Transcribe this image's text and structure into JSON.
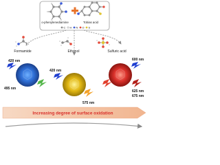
{
  "reactants": {
    "reactant_1": "o-phenylenediamine",
    "reactant_2": "Tobias acid",
    "element_legend": [
      "C",
      "H",
      "N",
      "O",
      "S"
    ]
  },
  "solvents": {
    "formamide": "Formamide",
    "ethanol": "Ethanol",
    "sulfuric_acid": "Sulfuric acid"
  },
  "emission": {
    "formamide": {
      "excitation": "420 nm",
      "emission": "495 nm"
    },
    "ethanol": {
      "excitation": "420 nm",
      "emission": "575 nm"
    },
    "sulfuric_acid": {
      "excitation": "600 nm",
      "emission_1": "625 nm",
      "emission_2": "675 nm"
    }
  },
  "trend_label": "Increasing degree of surface oxidation",
  "colors": {
    "top_box_border": "#9a9a9a",
    "plus": "#e8732b",
    "blue_dot": "#2f6fd6",
    "yellow_dot": "#e1b713",
    "red_dot": "#d9302a",
    "arrow_bar": "#f1b58f",
    "excitation_bolt": "#1f3fd1",
    "emission_green": "#52b548",
    "emission_orange": "#f3a22a",
    "emission_red": "#e1402e"
  }
}
